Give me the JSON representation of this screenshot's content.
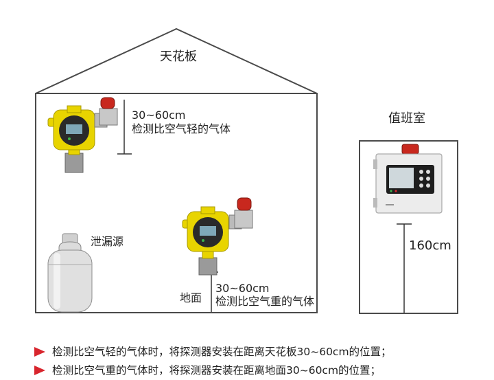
{
  "room": {
    "ceiling_label": "天花板",
    "leak_source_label": "泄漏源",
    "floor_label": "地面"
  },
  "detector_light": {
    "distance": "30~60cm",
    "description": "检测比空气轻的气体"
  },
  "detector_heavy": {
    "distance": "30~60cm",
    "description": "检测比空气重的气体"
  },
  "duty_room": {
    "title": "值班室",
    "controller_height": "160cm"
  },
  "notes": [
    "检测比空气轻的气体时，将探测器安装在距离天花板30~60cm的位置；",
    "检测比空气重的气体时，将探测器安装在距离地面30~60cm的位置；"
  ],
  "colors": {
    "detector_body": "#e8d400",
    "alarm_light": "#c8281e",
    "note_arrow": "#d8252d",
    "outline": "#444444"
  }
}
